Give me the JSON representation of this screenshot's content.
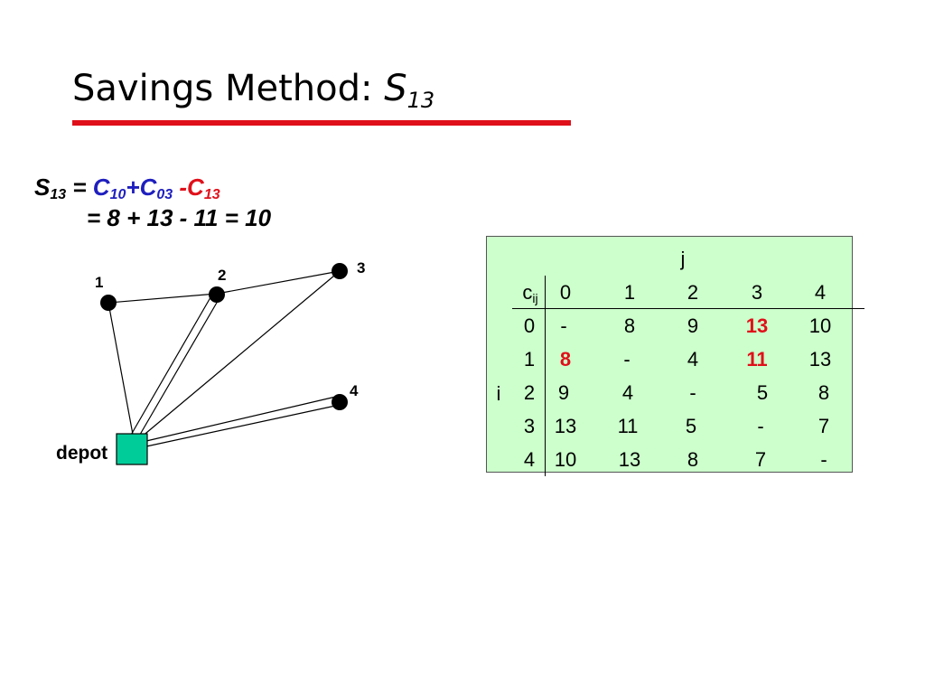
{
  "title": {
    "text": "Savings Method: ",
    "symbol": "S",
    "subscript": "13"
  },
  "formula": {
    "lhs_symbol": "S",
    "lhs_sub": "13",
    "eq": "=",
    "term1_symbol": "C",
    "term1_sub": "10",
    "plus": "+",
    "term2_symbol": "C",
    "term2_sub": "03",
    "minus": "-",
    "term3_symbol": "C",
    "term3_sub": "13",
    "line2": "= 8 + 13 - 11 = 10"
  },
  "graph": {
    "nodes": [
      {
        "id": "1",
        "label": "1"
      },
      {
        "id": "2",
        "label": "2"
      },
      {
        "id": "3",
        "label": "3"
      },
      {
        "id": "4",
        "label": "4"
      }
    ],
    "depot_label": "depot",
    "colors": {
      "depot_fill": "#00cc99",
      "node_fill": "#000000"
    }
  },
  "matrix": {
    "j_label": "j",
    "i_label": "i",
    "corner": {
      "symbol": "c",
      "sub": "ij"
    },
    "col_headers": [
      "0",
      "1",
      "2",
      "3",
      "4"
    ],
    "row_headers": [
      "0",
      "1",
      "2",
      "3",
      "4"
    ],
    "rows": [
      [
        "-",
        "8",
        "9",
        "13",
        "10"
      ],
      [
        "8",
        "-",
        "4",
        "11",
        "13"
      ],
      [
        "9",
        "4",
        "-",
        "5",
        "8"
      ],
      [
        "13",
        "11",
        "5",
        "-",
        "7"
      ],
      [
        "10",
        "13",
        "8",
        "7",
        "-"
      ]
    ],
    "highlighted": [
      "0-3",
      "1-0",
      "1-3"
    ],
    "colors": {
      "background": "#ccffcc",
      "highlight": "#e0101a"
    }
  },
  "colors": {
    "accent": "#e0101a",
    "blue": "#1f1fbf"
  }
}
